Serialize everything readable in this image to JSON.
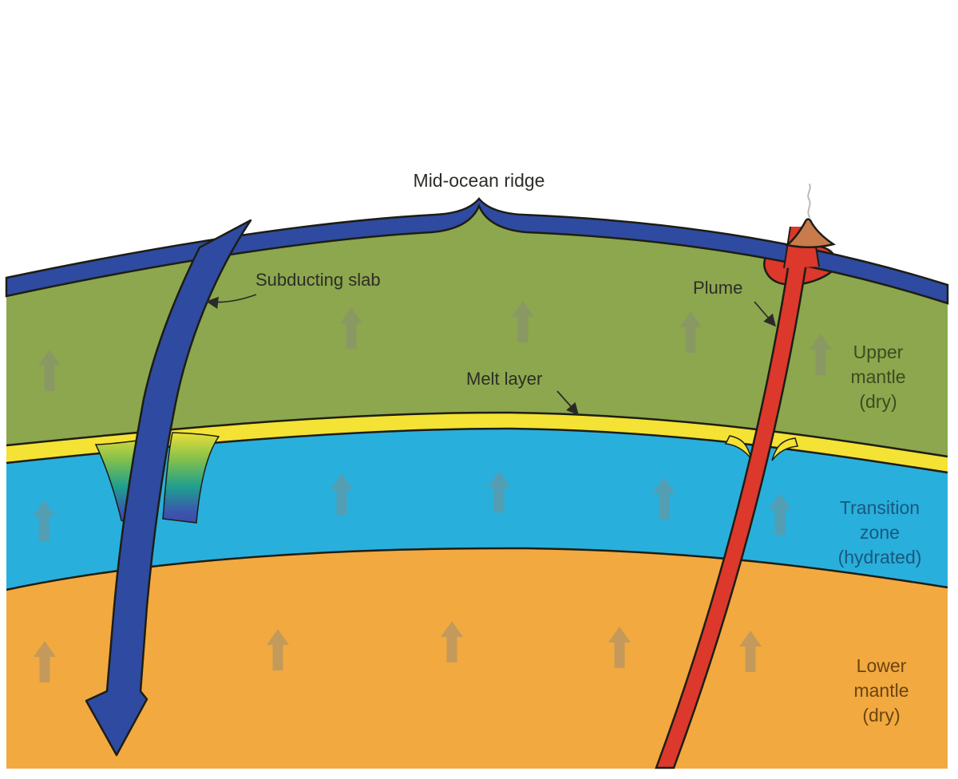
{
  "diagram": {
    "labels": {
      "mid_ocean_ridge": "Mid-ocean ridge",
      "subducting_slab": "Subducting slab",
      "plume": "Plume",
      "melt_layer": "Melt layer",
      "upper_mantle": "Upper\nmantle\n(dry)",
      "transition_zone": "Transition\nzone\n(hydrated)",
      "lower_mantle": "Lower\nmantle\n(dry)"
    },
    "colors": {
      "crust_slab": "#2E4BA1",
      "upper_mantle": "#8CA74D",
      "melt_layer": "#F4E234",
      "transition_zone": "#29AFDC",
      "lower_mantle": "#F2A93F",
      "plume": "#DC382C",
      "volcano": "#C97B4B",
      "outline": "#1D1D15",
      "convection_arrow": "#8A8A80",
      "leader_line": "#2A2A2A",
      "smoke": "#BBBBB7"
    }
  }
}
